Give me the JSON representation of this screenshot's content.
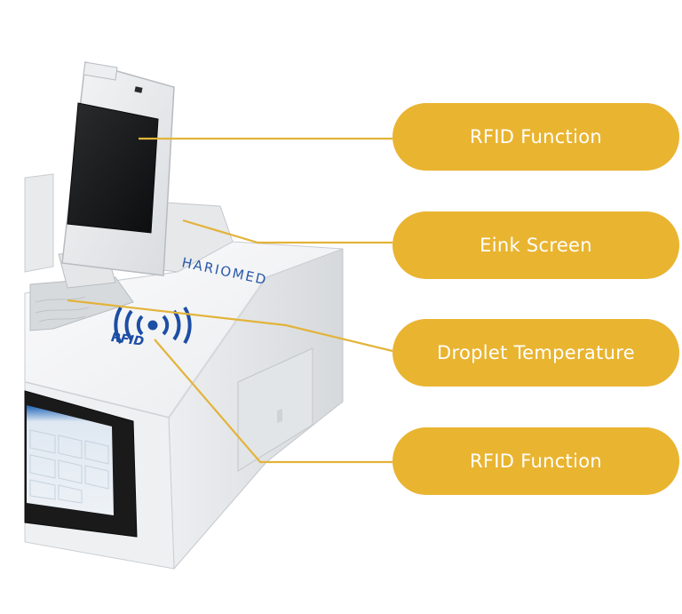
{
  "colors": {
    "accent": "#E9B430",
    "leader": "#E3B33A",
    "device_body": "#F1F2F3",
    "screen_bezel": "#1A1A1A"
  },
  "device": {
    "brand": "HARIOMED",
    "rfid_logo_text": "RFID"
  },
  "callouts": [
    {
      "label": "RFID Function"
    },
    {
      "label": "Eink Screen"
    },
    {
      "label": "Droplet Temperature"
    },
    {
      "label": "RFID Function"
    }
  ]
}
